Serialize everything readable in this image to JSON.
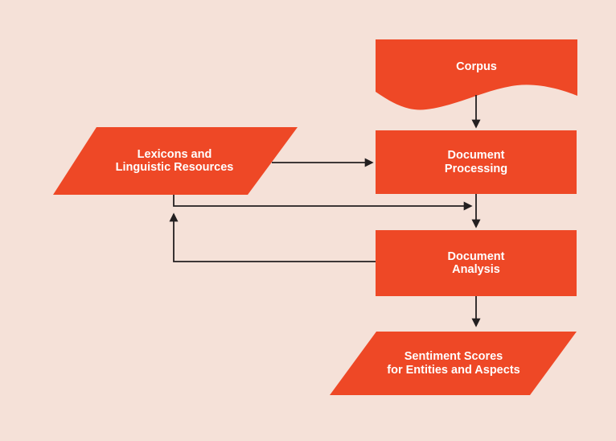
{
  "diagram": {
    "type": "flowchart",
    "colors": {
      "background": "#F5E1D8",
      "node": "#EE4826",
      "line": "#231F20",
      "text": "#FFFFFF"
    },
    "nodes": {
      "corpus": {
        "shape": "document",
        "label": "Corpus"
      },
      "lexicons": {
        "shape": "parallelogram",
        "line1": "Lexicons and",
        "line2": "Linguistic Resources"
      },
      "document_processing": {
        "shape": "rectangle",
        "line1": "Document",
        "line2": "Processing"
      },
      "document_analysis": {
        "shape": "rectangle",
        "line1": "Document",
        "line2": "Analysis"
      },
      "sentiment_scores": {
        "shape": "parallelogram",
        "line1": "Sentiment Scores",
        "line2": "for Entities and Aspects"
      }
    },
    "edges": [
      {
        "from": "Corpus",
        "to": "Document Processing"
      },
      {
        "from": "Lexicons and Linguistic Resources",
        "to": "Document Processing"
      },
      {
        "from": "Document Processing",
        "to": "Document Analysis"
      },
      {
        "from": "Lexicons and Linguistic Resources",
        "to": "Document Analysis",
        "note": "joins vertical arrow between processing and analysis"
      },
      {
        "from": "Document Analysis",
        "to": "Lexicons and Linguistic Resources",
        "note": "feedback loop"
      },
      {
        "from": "Document Analysis",
        "to": "Sentiment Scores for Entities and Aspects"
      }
    ]
  }
}
